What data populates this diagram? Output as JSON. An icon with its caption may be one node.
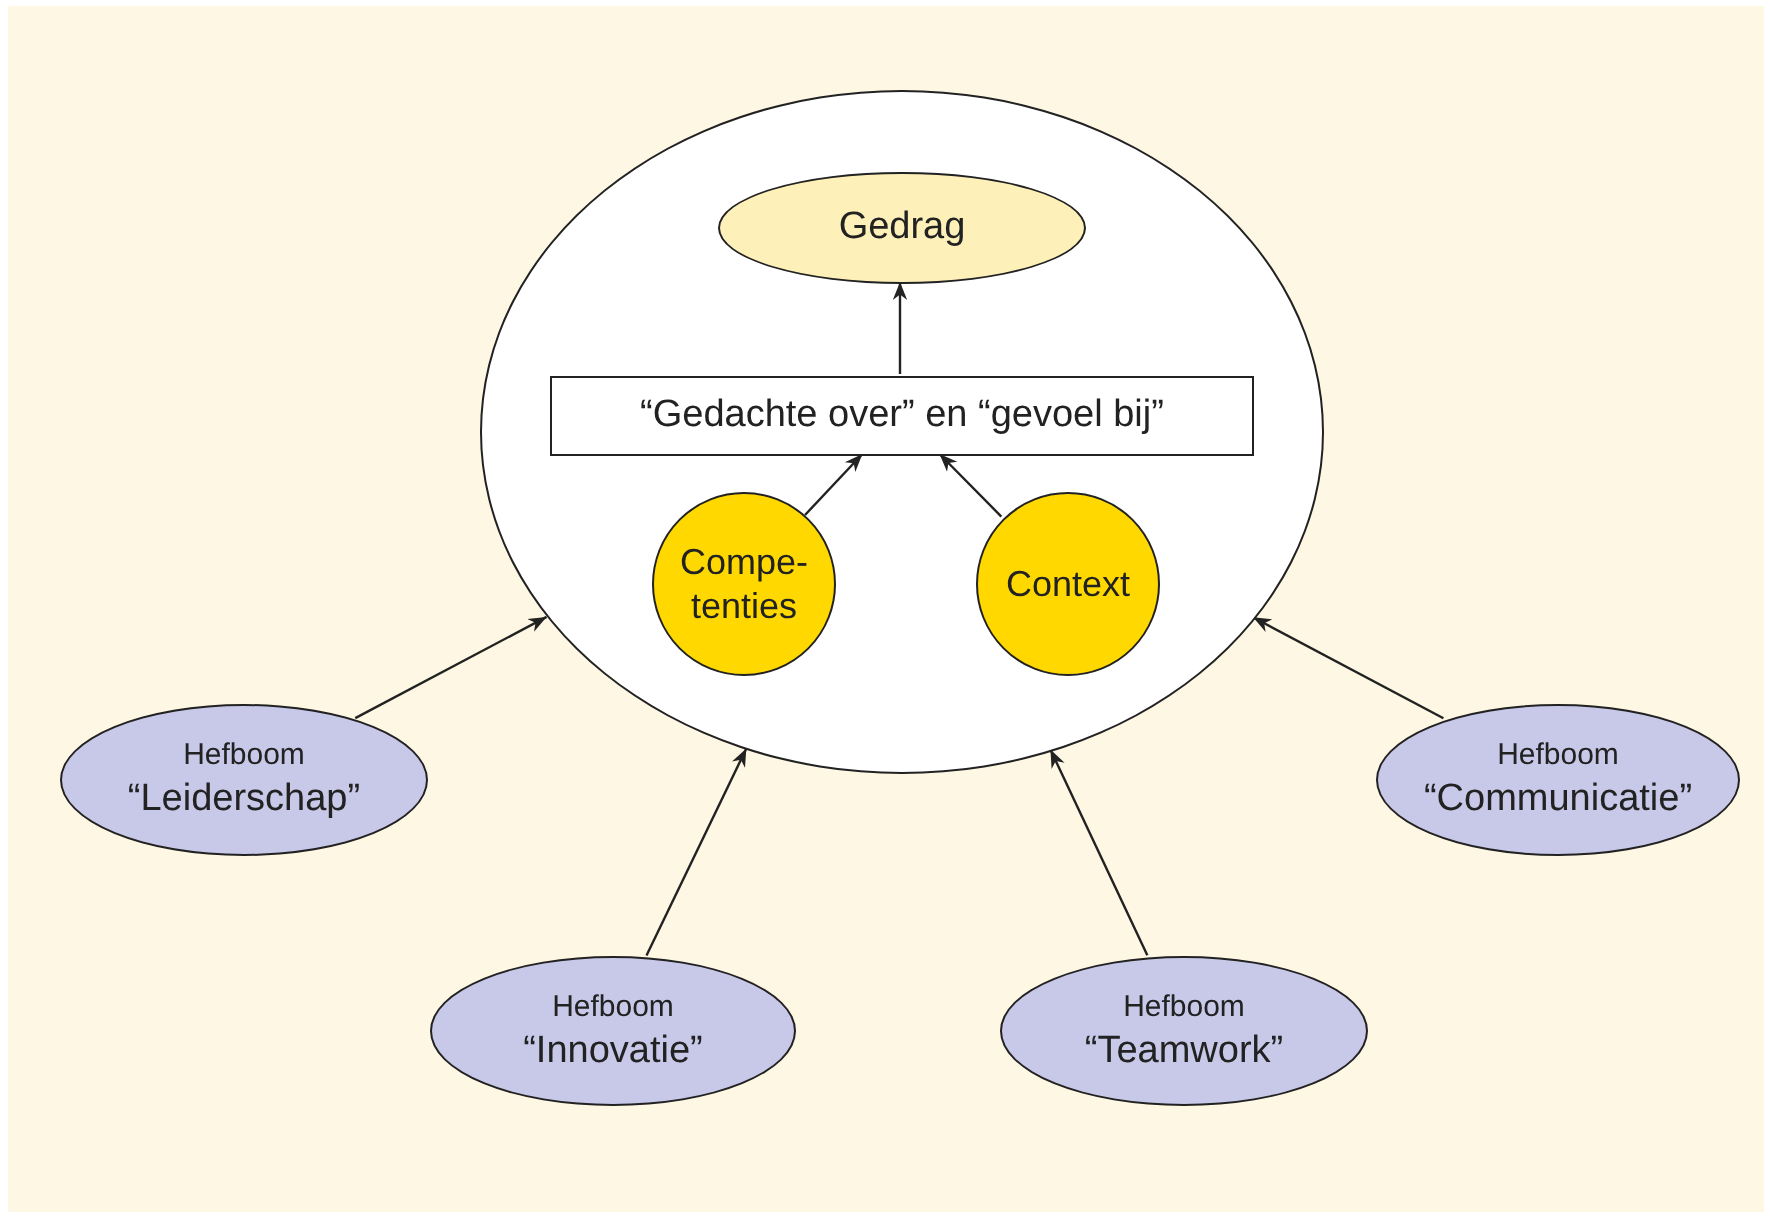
{
  "diagram": {
    "nodes": [
      {
        "text": [],
        "shape": "ellipse"
      },
      {
        "text": [
          "Gedrag"
        ],
        "in": 0
      },
      {
        "text": [
          "“Gedachte over” en “gevoel bij”"
        ],
        "in": 0
      },
      {
        "text": [
          "Compe- tenties"
        ],
        "in": 0
      },
      {
        "text": [
          "Context"
        ],
        "in": 0
      },
      {
        "text": [
          "Hefboom",
          "“Leiderschap”"
        ]
      },
      {
        "text": [
          "Hefboom",
          "“Communicatie”"
        ]
      },
      {
        "text": [
          "Hefboom",
          "“Innovatie”"
        ]
      },
      {
        "text": [
          "Hefboom",
          "“Teamwork”"
        ]
      }
    ],
    "edges": [
      {
        "from": 2,
        "to": 1,
        "arrow": "to"
      },
      {
        "from": 3,
        "to": 2,
        "arrow": "to"
      },
      {
        "from": 4,
        "to": 2,
        "arrow": "to"
      },
      {
        "from": 5,
        "to": 0,
        "arrow": "to"
      },
      {
        "from": 6,
        "to": 0,
        "arrow": "to"
      },
      {
        "from": 7,
        "to": 0,
        "arrow": "to"
      },
      {
        "from": 8,
        "to": 0,
        "arrow": "to"
      }
    ]
  }
}
